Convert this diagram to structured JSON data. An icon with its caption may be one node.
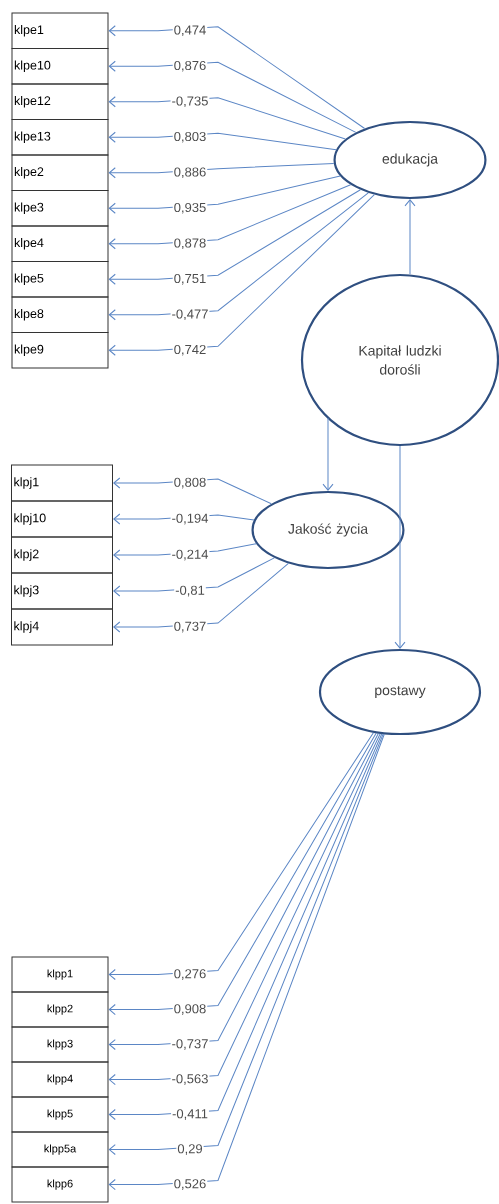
{
  "diagram": {
    "nodes": [
      {
        "text": [
          "klpe1"
        ]
      },
      {
        "text": [
          "klpe10"
        ]
      },
      {
        "text": [
          "klpe12"
        ]
      },
      {
        "text": [
          "klpe13"
        ]
      },
      {
        "text": [
          "klpe2"
        ]
      },
      {
        "text": [
          "klpe3"
        ]
      },
      {
        "text": [
          "klpe4"
        ]
      },
      {
        "text": [
          "klpe5"
        ]
      },
      {
        "text": [
          "klpe8"
        ]
      },
      {
        "text": [
          "klpe9"
        ]
      },
      {
        "text": [
          "edukacja"
        ]
      },
      {
        "text": [
          "Kapitał ludzki dorośli"
        ]
      },
      {
        "text": [
          "klpj1"
        ]
      },
      {
        "text": [
          "klpj10"
        ]
      },
      {
        "text": [
          "klpj2"
        ]
      },
      {
        "text": [
          "klpj3"
        ]
      },
      {
        "text": [
          "klpj4"
        ]
      },
      {
        "text": [
          "Jakość życia"
        ]
      },
      {
        "text": [
          "postawy"
        ]
      },
      {
        "text": [
          "klpp1"
        ]
      },
      {
        "text": [
          "klpp2"
        ]
      },
      {
        "text": [
          "klpp3"
        ]
      },
      {
        "text": [
          "klpp4"
        ]
      },
      {
        "text": [
          "klpp5"
        ]
      },
      {
        "text": [
          "klpp5a"
        ]
      },
      {
        "text": [
          "klpp6"
        ]
      }
    ],
    "edges": [
      {
        "from": 10,
        "to": 0,
        "arrow": "to",
        "label": "0,474"
      },
      {
        "from": 10,
        "to": 1,
        "arrow": "to",
        "label": "0,876"
      },
      {
        "from": 10,
        "to": 2,
        "arrow": "to",
        "label": "-0,735"
      },
      {
        "from": 10,
        "to": 3,
        "arrow": "to",
        "label": "0,803"
      },
      {
        "from": 10,
        "to": 4,
        "arrow": "to",
        "label": "0,886"
      },
      {
        "from": 10,
        "to": 5,
        "arrow": "to",
        "label": "0,935"
      },
      {
        "from": 10,
        "to": 6,
        "arrow": "to",
        "label": "0,878"
      },
      {
        "from": 10,
        "to": 7,
        "arrow": "to",
        "label": "0,751"
      },
      {
        "from": 10,
        "to": 8,
        "arrow": "to",
        "label": "-0,477"
      },
      {
        "from": 10,
        "to": 9,
        "arrow": "to",
        "label": "0,742"
      },
      {
        "from": 11,
        "to": 10,
        "arrow": "to"
      },
      {
        "from": 11,
        "to": 17,
        "arrow": "to"
      },
      {
        "from": 11,
        "to": 18,
        "arrow": "to"
      },
      {
        "from": 17,
        "to": 12,
        "arrow": "to",
        "label": "0,808"
      },
      {
        "from": 17,
        "to": 13,
        "arrow": "to",
        "label": "-0,194"
      },
      {
        "from": 17,
        "to": 14,
        "arrow": "to",
        "label": "-0,214"
      },
      {
        "from": 17,
        "to": 15,
        "arrow": "to",
        "label": "-0,81"
      },
      {
        "from": 17,
        "to": 16,
        "arrow": "to",
        "label": "0,737"
      },
      {
        "from": 18,
        "to": 19,
        "arrow": "to",
        "label": "0,276"
      },
      {
        "from": 18,
        "to": 20,
        "arrow": "to",
        "label": "0,908"
      },
      {
        "from": 18,
        "to": 21,
        "arrow": "to",
        "label": "-0,737"
      },
      {
        "from": 18,
        "to": 22,
        "arrow": "to",
        "label": "-0,563"
      },
      {
        "from": 18,
        "to": 23,
        "arrow": "to",
        "label": "-0,411"
      },
      {
        "from": 18,
        "to": 24,
        "arrow": "to",
        "label": "0,29"
      },
      {
        "from": 18,
        "to": 25,
        "arrow": "to",
        "label": "0,526"
      }
    ]
  }
}
